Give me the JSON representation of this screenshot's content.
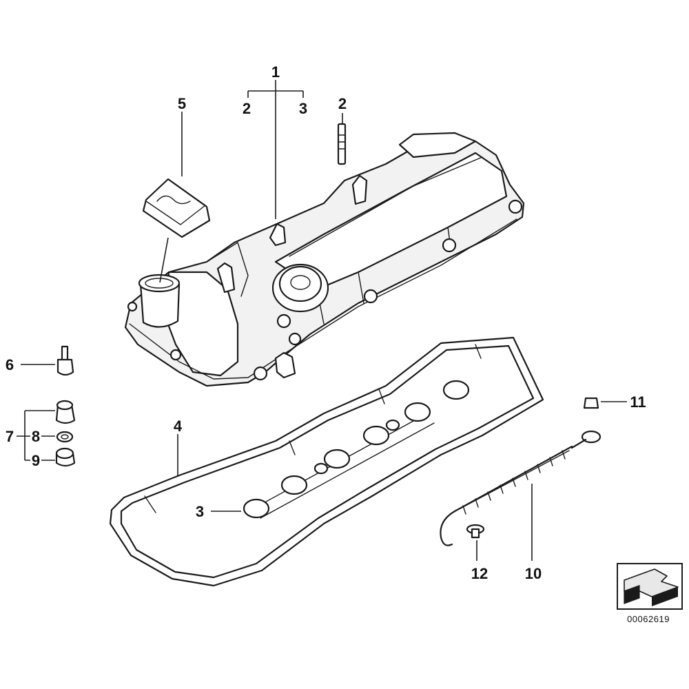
{
  "callouts": {
    "c1": "1",
    "c2a": "2",
    "c3a": "3",
    "c2b": "2",
    "c5": "5",
    "c6": "6",
    "c7": "7",
    "c8": "8",
    "c9": "9",
    "c4": "4",
    "c3b": "3",
    "c11": "11",
    "c12": "12",
    "c10": "10"
  },
  "reference_number": "00062619",
  "icons": {
    "direction": "arrow-direction-icon"
  }
}
